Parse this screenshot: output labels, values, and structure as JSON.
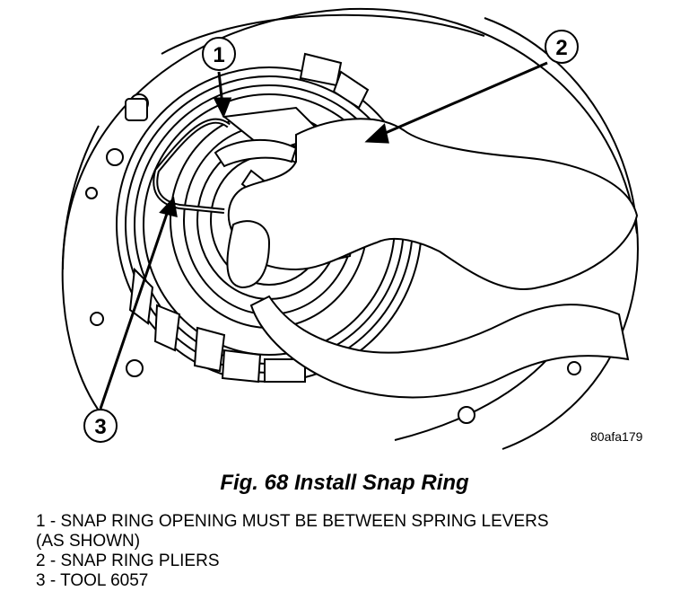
{
  "figure": {
    "code": "80afa179",
    "caption": "Fig. 68 Install Snap Ring",
    "callouts": [
      "1",
      "2",
      "3"
    ]
  },
  "legend": [
    "1 - SNAP RING OPENING MUST BE BETWEEN SPRING LEVERS",
    "(AS SHOWN)",
    "2 - SNAP RING PLIERS",
    "3 - TOOL 6057"
  ]
}
